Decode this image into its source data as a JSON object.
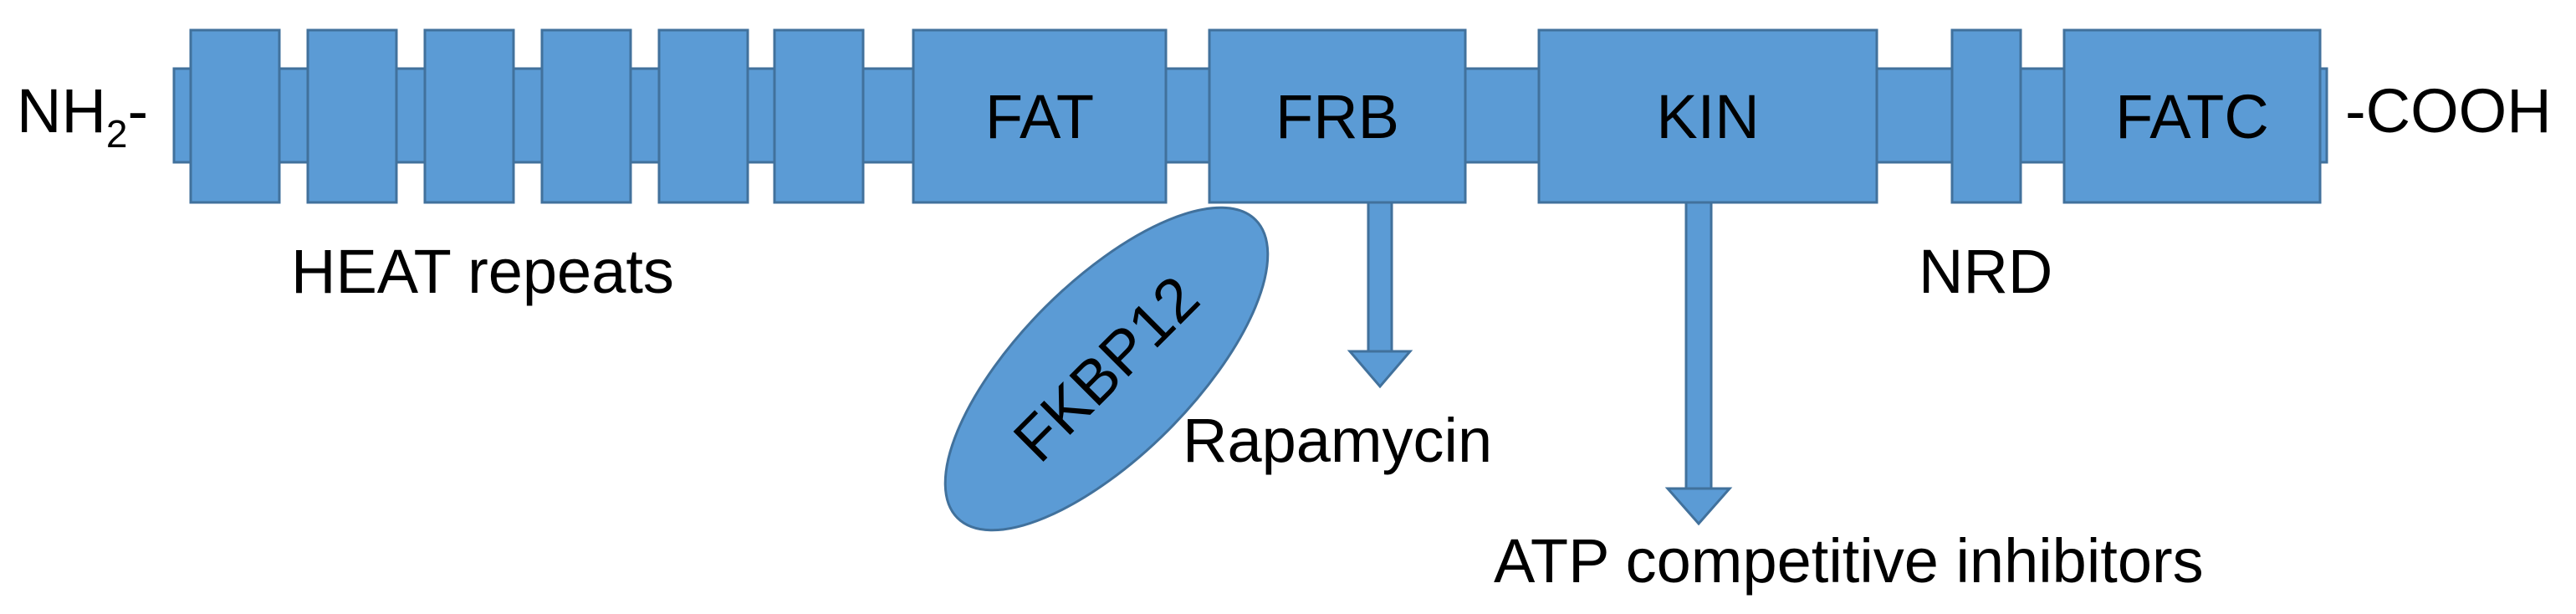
{
  "colors": {
    "domain_fill": "#5b9bd5",
    "domain_stroke": "#41719c",
    "text": "#000000",
    "background": "#ffffff"
  },
  "termini": {
    "n_terminus": {
      "base": "NH",
      "subscript": "2",
      "dash": "-"
    },
    "c_terminus": "-COOH"
  },
  "domains": {
    "heat_repeat_count": 6,
    "fat": "FAT",
    "frb": "FRB",
    "kin": "KIN",
    "fatc": "FATC"
  },
  "region_labels": {
    "heat_repeats": "HEAT repeats",
    "nrd": "NRD"
  },
  "binders": {
    "fkbp12": "FKBP12",
    "rapamycin": "Rapamycin",
    "atp_inhibitors": "ATP competitive inhibitors"
  }
}
